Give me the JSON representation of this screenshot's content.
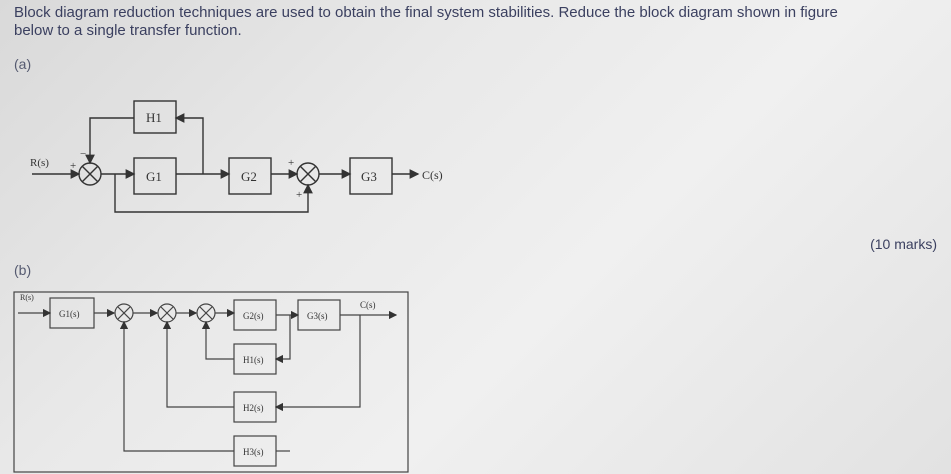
{
  "question": {
    "line1": "Block diagram reduction techniques are used to obtain the final system stabilities. Reduce the block diagram shown in figure",
    "line2": "below to a single transfer function."
  },
  "part_a": {
    "label": "(a)",
    "input": "R(s)",
    "output": "C(s)",
    "blocks": {
      "g1": "G1",
      "g2": "G2",
      "g3": "G3",
      "h1": "H1"
    },
    "signs": {
      "s1_top": "−",
      "s1_left": "+",
      "s2_left": "+",
      "s2_bottom": "+"
    }
  },
  "marks": "(10 marks)",
  "part_b": {
    "label": "(b)",
    "input": "R(s)",
    "output": "C(s)",
    "blocks": {
      "g1": "G1(s)",
      "g2": "G2(s)",
      "g3": "G3(s)",
      "h1": "H1(s)",
      "h2": "H2(s)",
      "h3": "H3(s)"
    }
  }
}
